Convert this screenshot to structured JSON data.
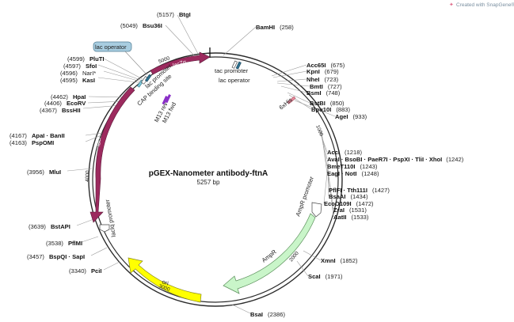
{
  "credit": "Created with SnapGene®",
  "plasmid": {
    "name": "pGEX-Nanometer antibody-ftnA",
    "size": "5257 bp"
  },
  "ticks": [
    "1000",
    "2000",
    "3000",
    "4000",
    "5000"
  ],
  "features": {
    "laczalpha": "lacZα",
    "laci": "lacI",
    "ampr": "AmpR",
    "ori": "ori",
    "lac_operator_box": "lac operator",
    "lac_promoter": "lac promoter",
    "cap_site": "CAP binding site",
    "tac_promoter": "tac promoter",
    "lac_operator2": "lac operator",
    "m13_rev": "M13 rev",
    "m13_fwd": "M13 fwd",
    "sixhis": "6xHis",
    "ampr_promoter": "AmpR promoter",
    "laciq_promoter": "lacIq promoter"
  },
  "sites": {
    "btgi": {
      "name": "BtgI",
      "pos": "(5157)"
    },
    "bsu36i": {
      "name": "Bsu36I",
      "pos": "(5049)"
    },
    "bamhi": {
      "name": "BamHI",
      "pos": "(258)"
    },
    "plu": {
      "name": "PluTI",
      "pos": "(4599)"
    },
    "sfoi": {
      "name": "SfoI",
      "pos": "(4597)"
    },
    "nari": {
      "name": "NarI*",
      "pos": "(4596)"
    },
    "kasi": {
      "name": "KasI",
      "pos": "(4595)"
    },
    "hpai": {
      "name": "HpaI",
      "pos": "(4462)"
    },
    "ecorv": {
      "name": "EcoRV",
      "pos": "(4406)"
    },
    "bsshii": {
      "name": "BssHII",
      "pos": "(4367)"
    },
    "apai": {
      "name": "ApaI · BanII",
      "pos": "(4167)"
    },
    "pspomi": {
      "name": "PspOMI",
      "pos": "(4163)"
    },
    "mlui": {
      "name": "MluI",
      "pos": "(3956)"
    },
    "bstapi": {
      "name": "BstAPI",
      "pos": "(3639)"
    },
    "pflmi": {
      "name": "PflMI",
      "pos": "(3538)"
    },
    "bspqi": {
      "name": "BspQI · SapI",
      "pos": "(3457)"
    },
    "pcii": {
      "name": "PciI",
      "pos": "(3340)"
    },
    "bsai": {
      "name": "BsaI",
      "pos": "(2386)"
    },
    "acc65i": {
      "name": "Acc65I",
      "pos": "(675)"
    },
    "kpni": {
      "name": "KpnI",
      "pos": "(679)"
    },
    "nhei": {
      "name": "NheI",
      "pos": "(723)"
    },
    "bmti": {
      "name": "BmtI",
      "pos": "(727)"
    },
    "bsmi": {
      "name": "BsmI",
      "pos": "(748)"
    },
    "bstbi": {
      "name": "BstBI",
      "pos": "(850)"
    },
    "bpu10i": {
      "name": "Bpu10I",
      "pos": "(883)"
    },
    "agei": {
      "name": "AgeI",
      "pos": "(933)"
    },
    "acci": {
      "name": "AccI",
      "pos": "(1218)"
    },
    "avai": {
      "name": "AvaI · BsoBI · PaeR7I · PspXI · TliI · XhoI",
      "pos": "(1242)"
    },
    "bmet110i": {
      "name": "BmeT110I",
      "pos": "(1243)"
    },
    "eagi": {
      "name": "EagI · NotI",
      "pos": "(1248)"
    },
    "pflfi": {
      "name": "PflFI · Tth111I",
      "pos": "(1427)"
    },
    "bsaai": {
      "name": "BsaAI",
      "pos": "(1434)"
    },
    "eco0109i": {
      "name": "EcoO109I",
      "pos": "(1472)"
    },
    "zrai": {
      "name": "ZraI",
      "pos": "(1531)"
    },
    "aatii": {
      "name": "AatII",
      "pos": "(1533)"
    },
    "xmni": {
      "name": "XmnI",
      "pos": "(1852)"
    },
    "scai": {
      "name": "ScaI",
      "pos": "(1971)"
    }
  },
  "colors": {
    "backbone": "#2b2b2b",
    "lacI": "#9c2a5e",
    "ampr_fill": "#c9f5c9",
    "ori_fill": "#ffff00",
    "lac_box": "#a8cde0",
    "leader": "#888888"
  }
}
